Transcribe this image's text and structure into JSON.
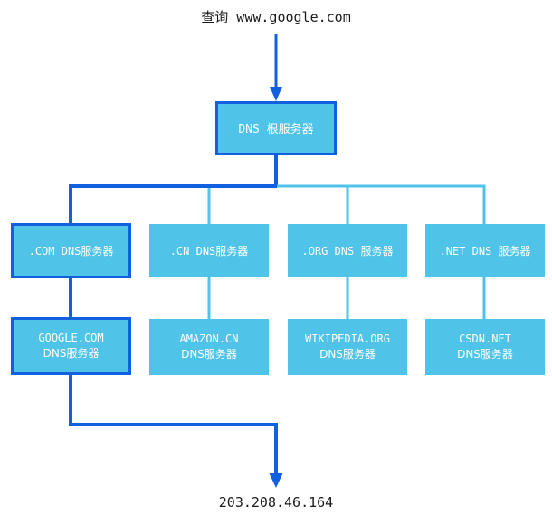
{
  "diagram": {
    "title_prefix": "查询",
    "title_query": "www.google.com",
    "result_ip": "203.208.46.164",
    "colors": {
      "node_fill": "#4FC3E8",
      "highlight_stroke": "#1060E0",
      "normal_stroke": "#4FC3E8",
      "node_text": "#ffffff",
      "caption_text": "#1a1a1a",
      "background": "#ffffff"
    },
    "root": {
      "label_mono": "DNS",
      "label_cjk": "根服务器",
      "highlighted": true
    },
    "tld_nodes": [
      {
        "label_mono": ".COM DNS",
        "label_cjk": "服务器",
        "highlighted": true
      },
      {
        "label_mono": ".CN DNS",
        "label_cjk": "服务器",
        "highlighted": false
      },
      {
        "label_mono": ".ORG DNS",
        "label_cjk": "服务器",
        "highlighted": false
      },
      {
        "label_mono": ".NET DNS",
        "label_cjk": "服务器",
        "highlighted": false
      }
    ],
    "authoritative_nodes": [
      {
        "label_mono": "GOOGLE.COM",
        "label_cjk": "DNS服务器",
        "highlighted": true
      },
      {
        "label_mono": "AMAZON.CN",
        "label_cjk": "DNS服务器",
        "highlighted": false
      },
      {
        "label_mono": "WIKIPEDIA.ORG",
        "label_cjk": "DNS服务器",
        "highlighted": false
      },
      {
        "label_mono": "CSDN.NET",
        "label_cjk": "DNS服务器",
        "highlighted": false
      }
    ]
  }
}
